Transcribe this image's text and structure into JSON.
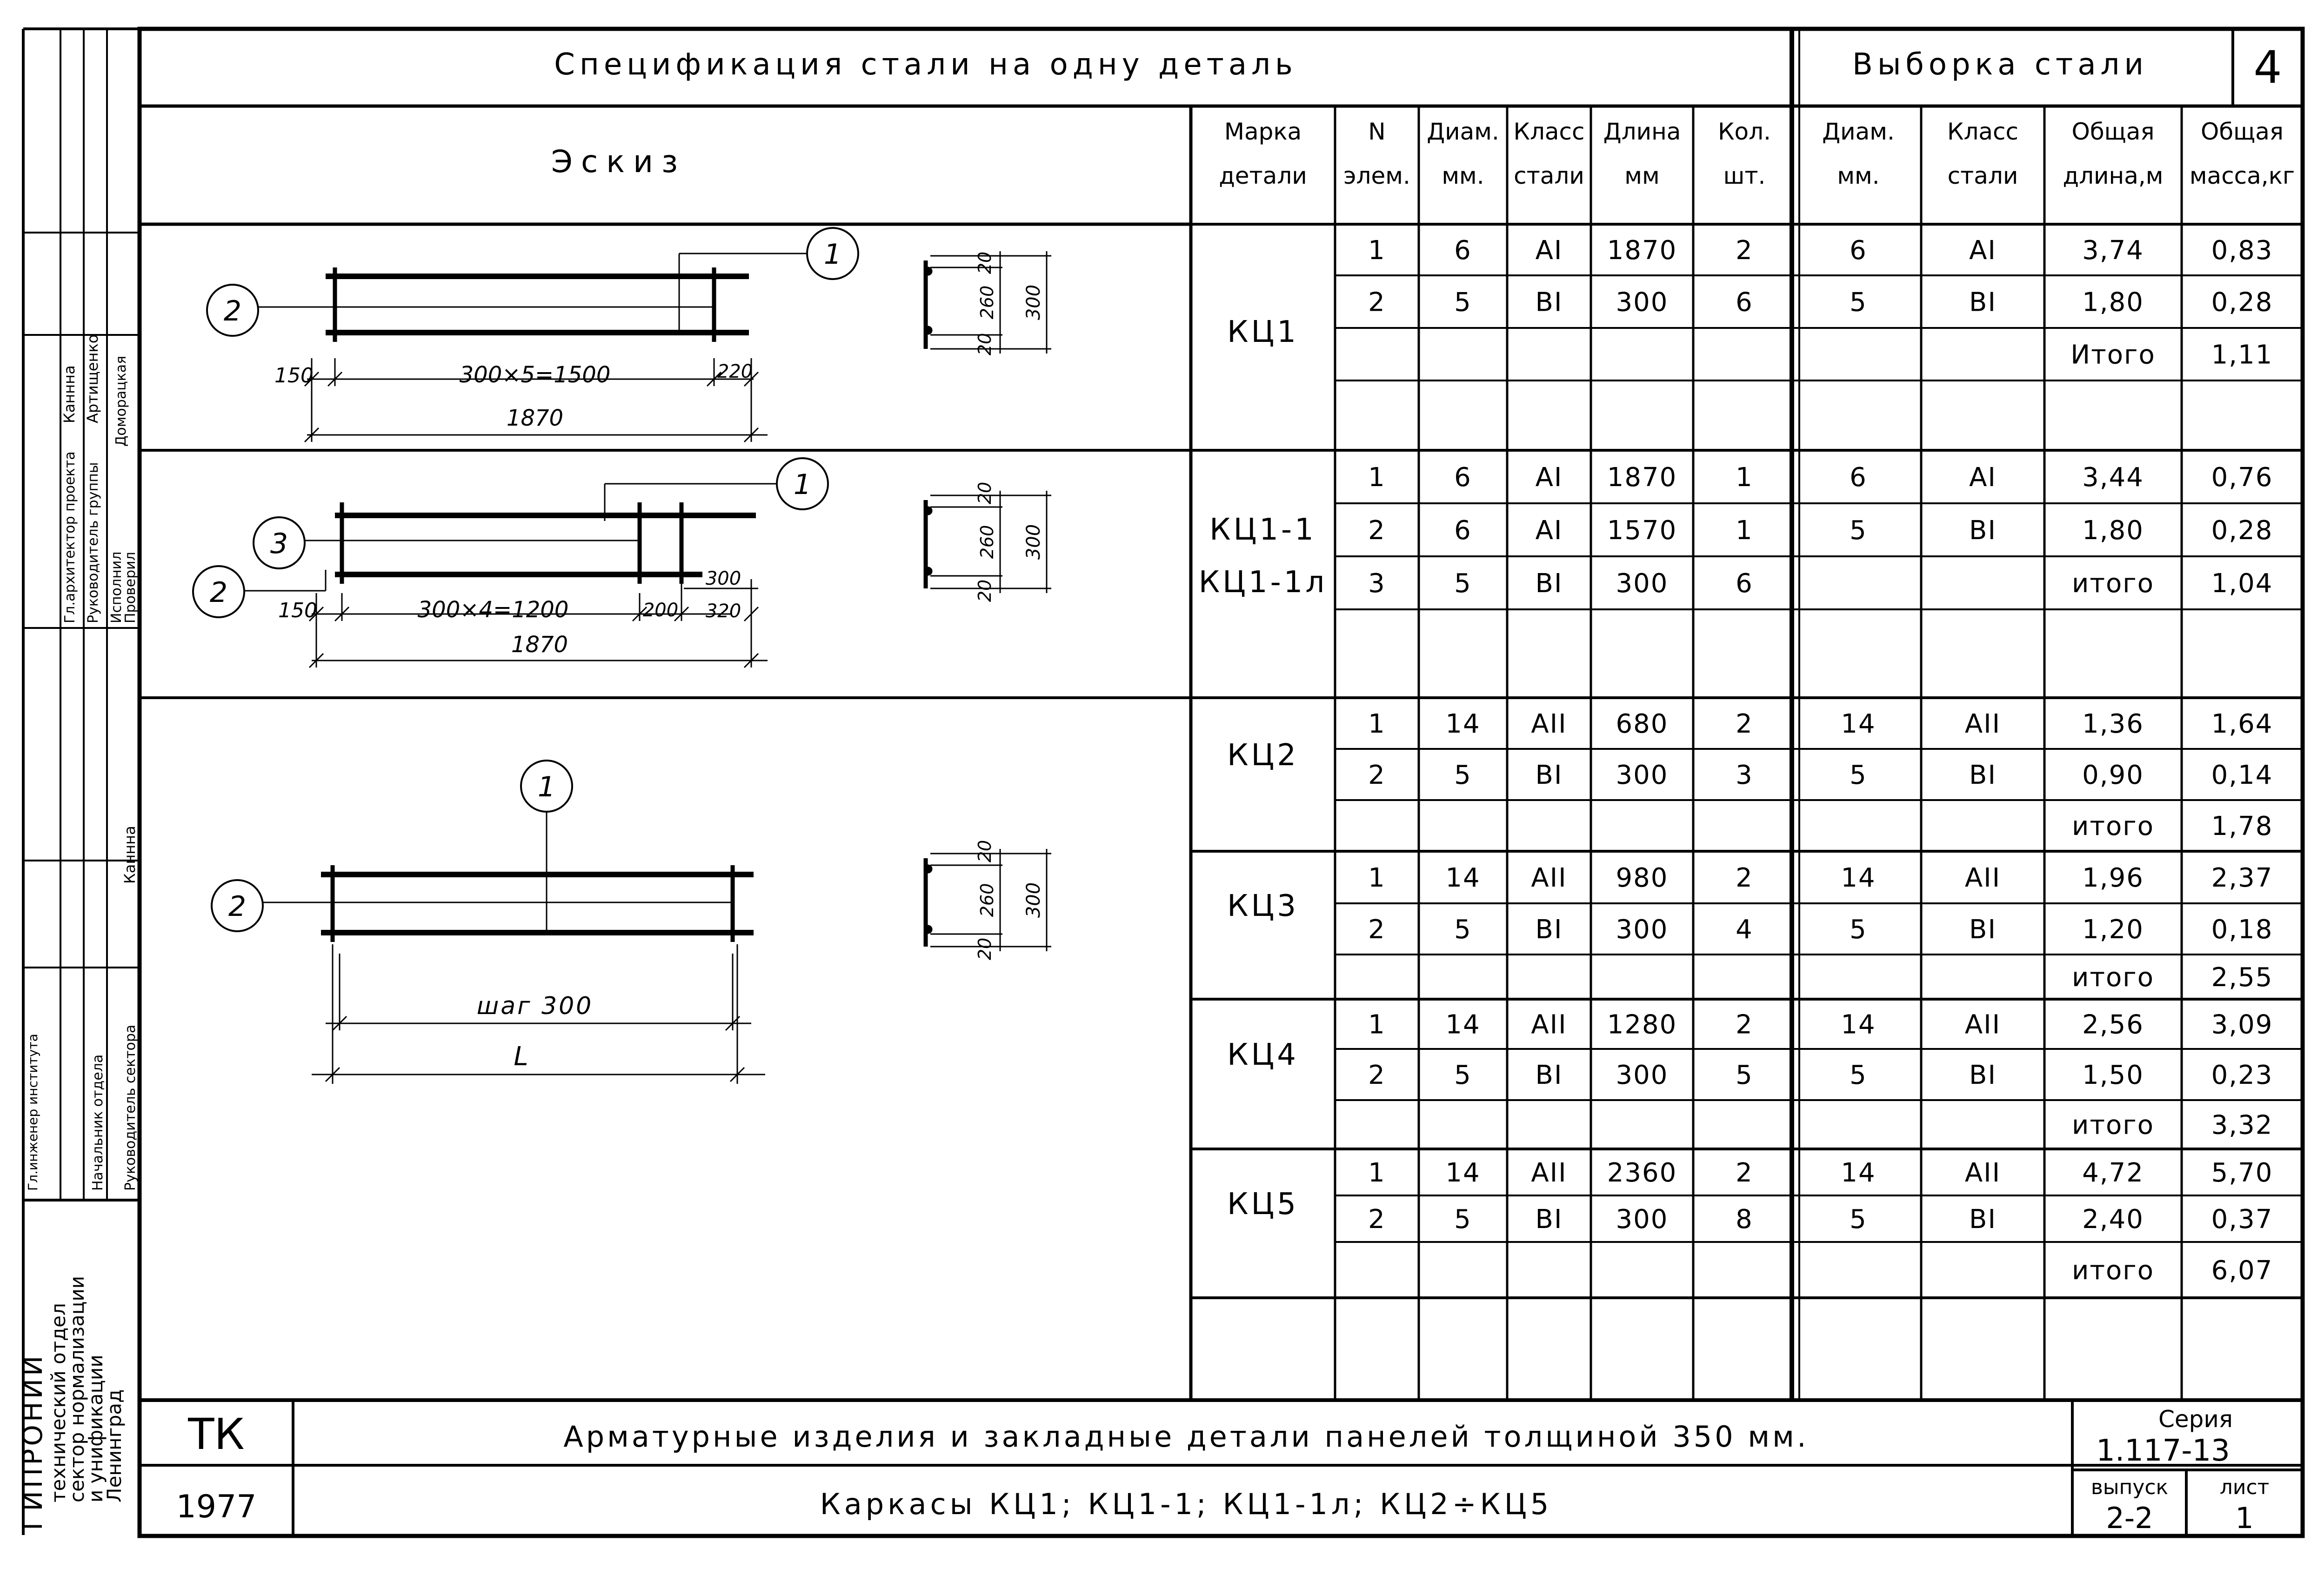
{
  "sheet": {
    "spec_title": "Спецификация стали на одну деталь",
    "selection_title": "Выборка стали",
    "page_no": "4",
    "sketch_header": "Эскиз"
  },
  "columns": {
    "mark": [
      "Марка",
      "детали"
    ],
    "elem": [
      "N",
      "элем."
    ],
    "diam": [
      "Диам.",
      "мм."
    ],
    "class": [
      "Класс",
      "стали"
    ],
    "length": [
      "Длина",
      "мм"
    ],
    "qty": [
      "Кол.",
      "шт."
    ],
    "sel_diam": [
      "Диам.",
      "мм."
    ],
    "sel_class": [
      "Класс",
      "стали"
    ],
    "sel_total_len": [
      "Общая",
      "длина,м"
    ],
    "sel_total_mass": [
      "Общая",
      "масса,кг"
    ]
  },
  "rows": [
    {
      "mark": "КЦ1",
      "n": "1",
      "d": "6",
      "cls": "AI",
      "len": "1870",
      "qty": "2",
      "sd": "6",
      "scls": "AI",
      "slen": "3,74",
      "smass": "0,83"
    },
    {
      "mark": "",
      "n": "2",
      "d": "5",
      "cls": "BI",
      "len": "300",
      "qty": "6",
      "sd": "5",
      "scls": "BI",
      "slen": "1,80",
      "smass": "0,28"
    },
    {
      "mark": "",
      "n": "",
      "d": "",
      "cls": "",
      "len": "",
      "qty": "",
      "sd": "",
      "scls": "",
      "slen": "Итого",
      "smass": "1,11"
    },
    {
      "mark": "",
      "n": "",
      "d": "",
      "cls": "",
      "len": "",
      "qty": "",
      "sd": "",
      "scls": "",
      "slen": "",
      "smass": ""
    },
    {
      "mark": "КЦ1-1",
      "n": "1",
      "d": "6",
      "cls": "AI",
      "len": "1870",
      "qty": "1",
      "sd": "6",
      "scls": "AI",
      "slen": "3,44",
      "smass": "0,76"
    },
    {
      "mark": "",
      "n": "2",
      "d": "6",
      "cls": "AI",
      "len": "1570",
      "qty": "1",
      "sd": "5",
      "scls": "BI",
      "slen": "1,80",
      "smass": "0,28"
    },
    {
      "mark": "КЦ1-1л",
      "n": "3",
      "d": "5",
      "cls": "BI",
      "len": "300",
      "qty": "6",
      "sd": "",
      "scls": "",
      "slen": "итого",
      "smass": "1,04"
    },
    {
      "mark": "",
      "n": "",
      "d": "",
      "cls": "",
      "len": "",
      "qty": "",
      "sd": "",
      "scls": "",
      "slen": "",
      "smass": ""
    },
    {
      "mark": "КЦ2",
      "n": "1",
      "d": "14",
      "cls": "AII",
      "len": "680",
      "qty": "2",
      "sd": "14",
      "scls": "AII",
      "slen": "1,36",
      "smass": "1,64"
    },
    {
      "mark": "",
      "n": "2",
      "d": "5",
      "cls": "BI",
      "len": "300",
      "qty": "3",
      "sd": "5",
      "scls": "BI",
      "slen": "0,90",
      "smass": "0,14"
    },
    {
      "mark": "",
      "n": "",
      "d": "",
      "cls": "",
      "len": "",
      "qty": "",
      "sd": "",
      "scls": "",
      "slen": "итого",
      "smass": "1,78"
    },
    {
      "mark": "КЦ3",
      "n": "1",
      "d": "14",
      "cls": "AII",
      "len": "980",
      "qty": "2",
      "sd": "14",
      "scls": "AII",
      "slen": "1,96",
      "smass": "2,37"
    },
    {
      "mark": "",
      "n": "2",
      "d": "5",
      "cls": "BI",
      "len": "300",
      "qty": "4",
      "sd": "5",
      "scls": "BI",
      "slen": "1,20",
      "smass": "0,18"
    },
    {
      "mark": "",
      "n": "",
      "d": "",
      "cls": "",
      "len": "",
      "qty": "",
      "sd": "",
      "scls": "",
      "slen": "итого",
      "smass": "2,55"
    },
    {
      "mark": "КЦ4",
      "n": "1",
      "d": "14",
      "cls": "AII",
      "len": "1280",
      "qty": "2",
      "sd": "14",
      "scls": "AII",
      "slen": "2,56",
      "smass": "3,09"
    },
    {
      "mark": "",
      "n": "2",
      "d": "5",
      "cls": "BI",
      "len": "300",
      "qty": "5",
      "sd": "5",
      "scls": "BI",
      "slen": "1,50",
      "smass": "0,23"
    },
    {
      "mark": "",
      "n": "",
      "d": "",
      "cls": "",
      "len": "",
      "qty": "",
      "sd": "",
      "scls": "",
      "slen": "итого",
      "smass": "3,32"
    },
    {
      "mark": "КЦ5",
      "n": "1",
      "d": "14",
      "cls": "AII",
      "len": "2360",
      "qty": "2",
      "sd": "14",
      "scls": "AII",
      "slen": "4,72",
      "smass": "5,70"
    },
    {
      "mark": "",
      "n": "2",
      "d": "5",
      "cls": "BI",
      "len": "300",
      "qty": "8",
      "sd": "5",
      "scls": "BI",
      "slen": "2,40",
      "smass": "0,37"
    },
    {
      "mark": "",
      "n": "",
      "d": "",
      "cls": "",
      "len": "",
      "qty": "",
      "sd": "",
      "scls": "",
      "slen": "итого",
      "smass": "6,07"
    }
  ],
  "sketches": {
    "kc1": {
      "pos1": "1",
      "pos2": "2",
      "dim_left": "150",
      "dim_mid": "300×5=1500",
      "dim_right": "220",
      "dim_total": "1870",
      "sec_top": "20",
      "sec_mid": "260",
      "sec_bot": "20",
      "sec_total": "300"
    },
    "kc11": {
      "pos1": "1",
      "pos2": "2",
      "pos3": "3",
      "dim_left": "150",
      "dim_mid": "300×4=1200",
      "dim_200": "200",
      "dim_300": "300",
      "dim_320": "320",
      "dim_total": "1870",
      "sec_top": "20",
      "sec_mid": "260",
      "sec_bot": "20",
      "sec_total": "300"
    },
    "kc2": {
      "pos1": "1",
      "pos2": "2",
      "step": "шаг 300",
      "len": "L",
      "sec_top": "20",
      "sec_mid": "260",
      "sec_bot": "20",
      "sec_total": "300"
    }
  },
  "stamp": {
    "left_roles": [
      "Гл.архитектор проекта",
      "Руководитель группы",
      "Исполнил",
      "Проверил",
      "Гл.инженер института",
      "Начальник отдела",
      "Руководитель сектора"
    ],
    "left_names": [
      "Каннна",
      "Артищенко",
      "Доморацкая",
      "Каннна"
    ],
    "institute": [
      "ГИПРОНИИ",
      "технический отдел",
      "сектор нормализации",
      "и унификации",
      "Ленинград"
    ],
    "code": "ТК",
    "year": "1977",
    "title_main": "Арматурные изделия и закладные детали панелей толщиной 350 мм.",
    "title_sub": "Каркасы КЦ1; КЦ1-1; КЦ1-1л; КЦ2÷КЦ5",
    "series_label": "Серия",
    "series_value": "1.117-13",
    "issue_label": "выпуск",
    "issue_value": "2-2",
    "sheet_label": "лист",
    "sheet_value": "1"
  }
}
